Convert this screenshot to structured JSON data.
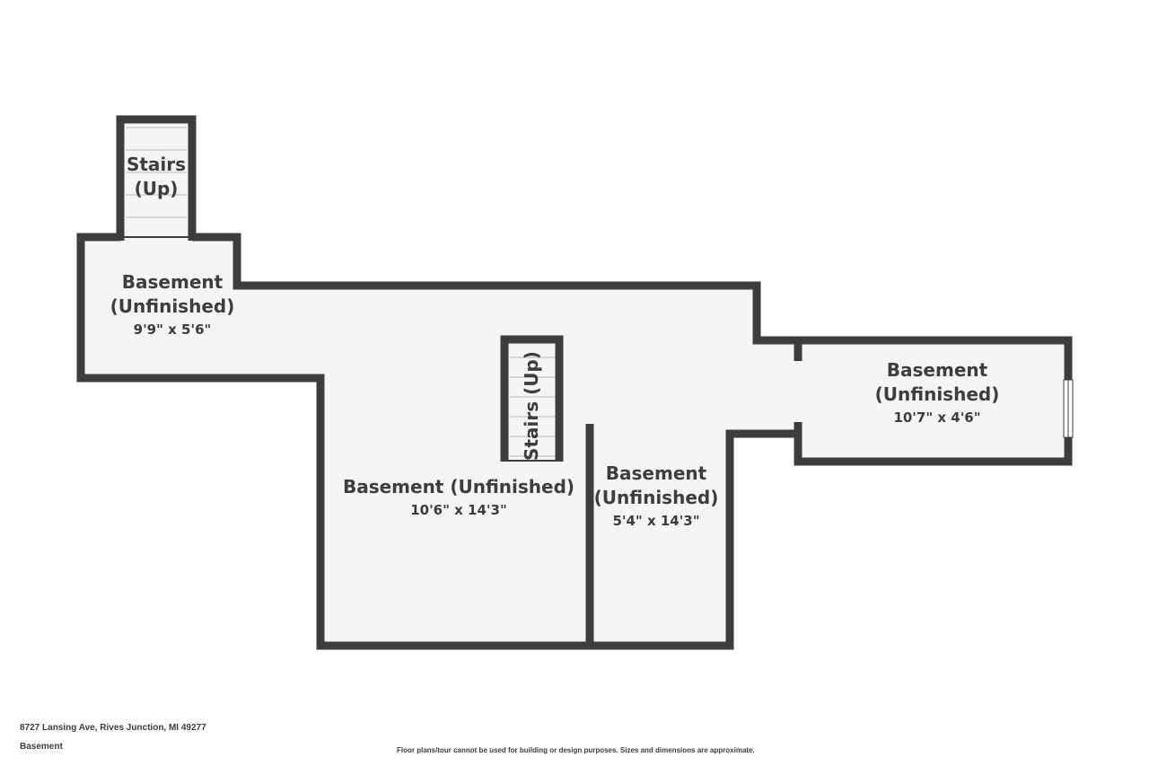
{
  "colors": {
    "wall": "#3d3d3d",
    "floor": "#f5f5f5",
    "stair_line": "#b9b9b9",
    "text": "#3d3d3d"
  },
  "rooms": {
    "stairs_top": {
      "line1": "Stairs",
      "line2": "(Up)"
    },
    "basement_left": {
      "line1": "Basement",
      "line2": "(Unfinished)",
      "dims": "9'9\" x 5'6\""
    },
    "stairs_center": {
      "label": "Stairs (Up)"
    },
    "basement_main": {
      "line1": "Basement (Unfinished)",
      "dims": "10'6\" x 14'3\""
    },
    "basement_middle": {
      "line1": "Basement",
      "line2": "(Unfinished)",
      "dims": "5'4\" x 14'3\""
    },
    "basement_right": {
      "line1": "Basement",
      "line2": "(Unfinished)",
      "dims": "10'7\" x 4'6\""
    }
  },
  "footer": {
    "address": "8727 Lansing Ave, Rives Junction, MI 49277",
    "level": "Basement",
    "disclaimer": "Floor plans/tour cannot be used for building or design purposes. Sizes and dimensions are approximate."
  }
}
